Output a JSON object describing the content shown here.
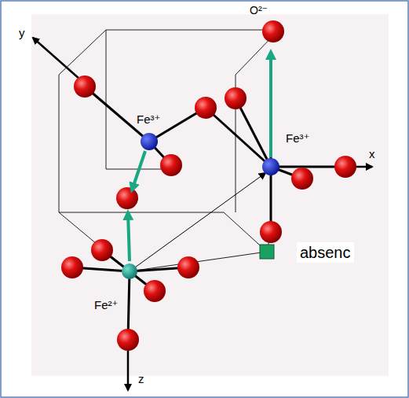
{
  "diagram": {
    "labels": [
      "y",
      "O²⁻",
      "Fe³⁺",
      "x",
      "Fe³⁺",
      "absenc",
      "Fe²⁺",
      "z"
    ]
  }
}
